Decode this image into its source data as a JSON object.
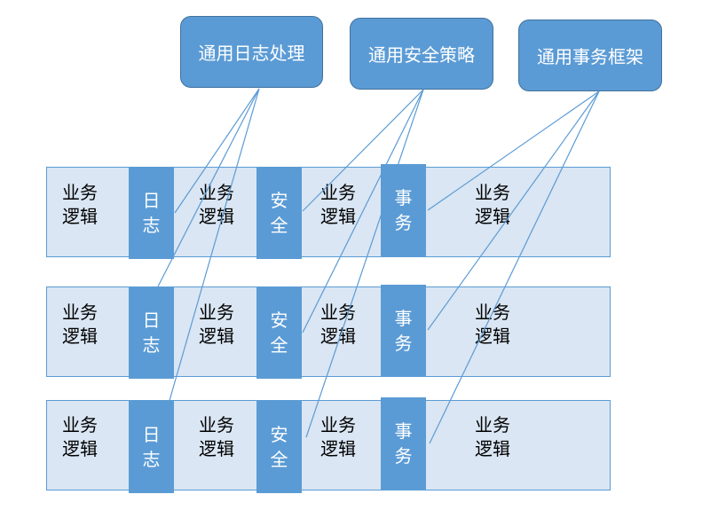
{
  "top_boxes": {
    "log": "通用日志处理",
    "security": "通用安全策略",
    "transaction": "通用事务框架"
  },
  "rows": [
    {
      "business_line1": "业务",
      "business_line2": "逻辑",
      "log": [
        "日",
        "志"
      ],
      "security": [
        "安",
        "全"
      ],
      "transaction": [
        "事",
        "务"
      ]
    },
    {
      "business_line1": "业务",
      "business_line2": "逻辑",
      "log": [
        "日",
        "志"
      ],
      "security": [
        "安",
        "全"
      ],
      "transaction": [
        "事",
        "务"
      ]
    },
    {
      "business_line1": "业务",
      "business_line2": "逻辑",
      "log": [
        "日",
        "志"
      ],
      "security": [
        "安",
        "全"
      ],
      "transaction": [
        "事",
        "务"
      ]
    }
  ],
  "colors": {
    "box_fill": "#5b9bd5",
    "box_border": "#41719c",
    "row_fill": "#dae6f3",
    "line": "#5b9bd5"
  }
}
